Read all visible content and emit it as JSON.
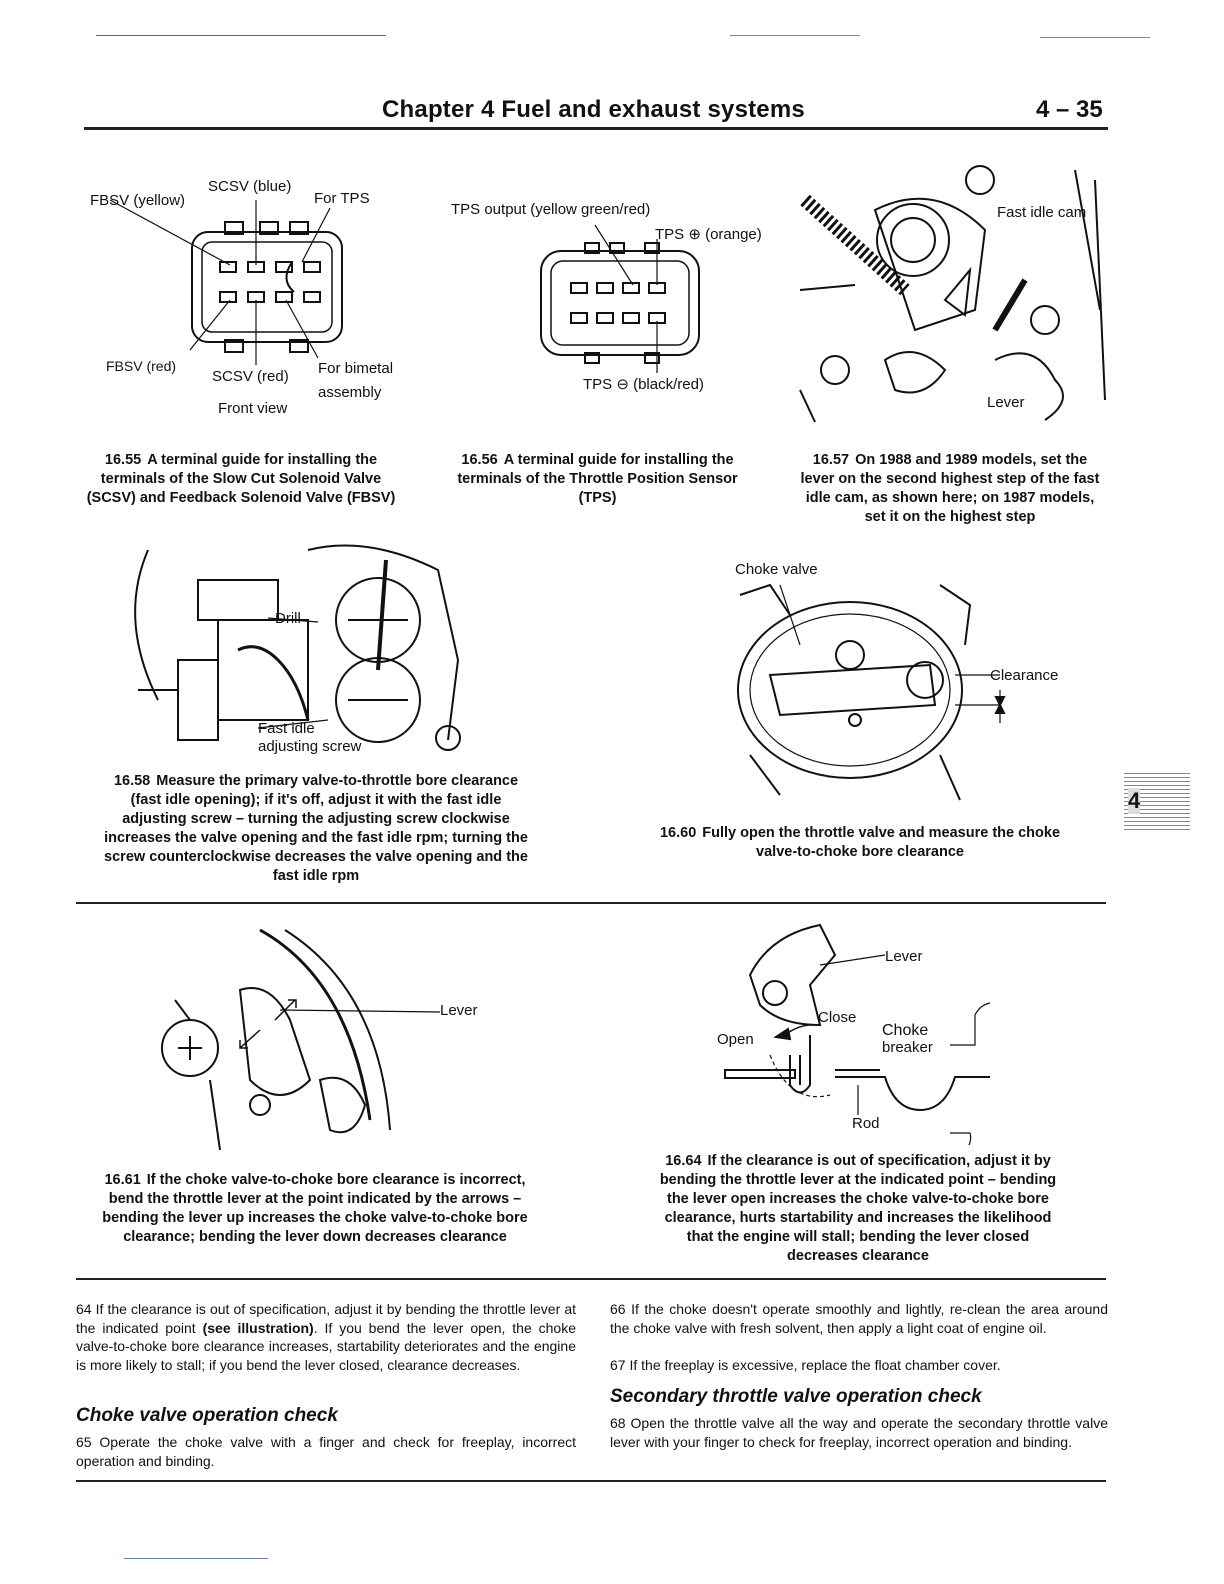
{
  "header": {
    "chapter_title": "Chapter 4  Fuel and exhaust systems",
    "page_number": "4 – 35"
  },
  "figures": {
    "f1655": {
      "labels": {
        "fbsv_yellow": "FBSV (yellow)",
        "scsv_blue": "SCSV (blue)",
        "for_tps": "For TPS",
        "fbsv_red": "FBSV (red)",
        "scsv_red": "SCSV (red)",
        "for_bimetal": "For bimetal",
        "assembly": "assembly",
        "front_view": "Front view"
      },
      "caption_num": "16.55",
      "caption": "A terminal guide for installing the terminals of the Slow Cut Solenoid Valve (SCSV) and Feedback Solenoid Valve (FBSV)"
    },
    "f1656": {
      "labels": {
        "tps_output": "TPS output (yellow green/red)",
        "tps_plus": "TPS ⊕ (orange)",
        "tps_minus": "TPS ⊖ (black/red)"
      },
      "caption_num": "16.56",
      "caption": "A terminal guide for installing the terminals of the Throttle Position Sensor (TPS)"
    },
    "f1657": {
      "labels": {
        "fast_idle_cam": "Fast idle cam",
        "lever": "Lever"
      },
      "caption_num": "16.57",
      "caption": "On 1988 and 1989 models, set the lever on the second highest step of the fast idle cam, as shown here; on 1987 models, set it on the highest step"
    },
    "f1658": {
      "labels": {
        "drill": "Drill",
        "fast_idle": "Fast idle",
        "adjusting_screw": "adjusting screw"
      },
      "caption_num": "16.58",
      "caption": "Measure the primary valve-to-throttle bore clearance (fast idle opening); if it's off, adjust it with the fast idle adjusting screw – turning the adjusting screw clockwise increases the valve opening and the fast idle rpm; turning the screw counterclockwise decreases the valve opening and the fast idle rpm"
    },
    "f1660": {
      "labels": {
        "choke_valve": "Choke valve",
        "clearance": "Clearance"
      },
      "caption_num": "16.60",
      "caption": "Fully open the throttle valve and measure the choke valve-to-choke bore clearance"
    },
    "f1661": {
      "labels": {
        "lever": "Lever"
      },
      "caption_num": "16.61",
      "caption": "If the choke valve-to-choke bore clearance is incorrect, bend the throttle lever at the point indicated by the arrows – bending the lever up increases the choke valve-to-choke bore clearance; bending the lever down decreases clearance"
    },
    "f1664": {
      "labels": {
        "lever": "Lever",
        "close": "Close",
        "open": "Open",
        "choke": "Choke",
        "breaker": "breaker",
        "rod": "Rod"
      },
      "caption_num": "16.64",
      "caption": "If the clearance is out of specification, adjust it by bending the throttle lever at the indicated point – bending the lever open increases the choke valve-to-choke bore clearance, hurts startability and increases the likelihood that the engine will stall; bending the lever closed decreases clearance"
    }
  },
  "text": {
    "p64_num": "64",
    "p64_a": "If the clearance is out of specification, adjust it by bending the throttle lever at the indicated point",
    "p64_bold": "(see illustration)",
    "p64_b": ". If you bend the lever open, the choke valve-to-choke bore clearance increases, startability deteriorates and the engine is more likely to stall; if you bend the lever closed, clearance decreases.",
    "heading_choke": "Choke valve operation check",
    "p65_num": "65",
    "p65": "Operate the choke valve with a finger and check for freeplay, incorrect operation and binding.",
    "p66_num": "66",
    "p66": "If the choke doesn't operate smoothly and lightly, re-clean the area around the choke valve with fresh solvent, then apply a light coat of engine oil.",
    "p67_num": "67",
    "p67": "If the freeplay is excessive, replace the float chamber cover.",
    "heading_secondary": "Secondary throttle valve operation check",
    "p68_num": "68",
    "p68": "Open the throttle valve all the way and operate the secondary throttle valve lever with your finger to check for freeplay, incorrect operation and binding."
  },
  "thumb_tab": "4"
}
